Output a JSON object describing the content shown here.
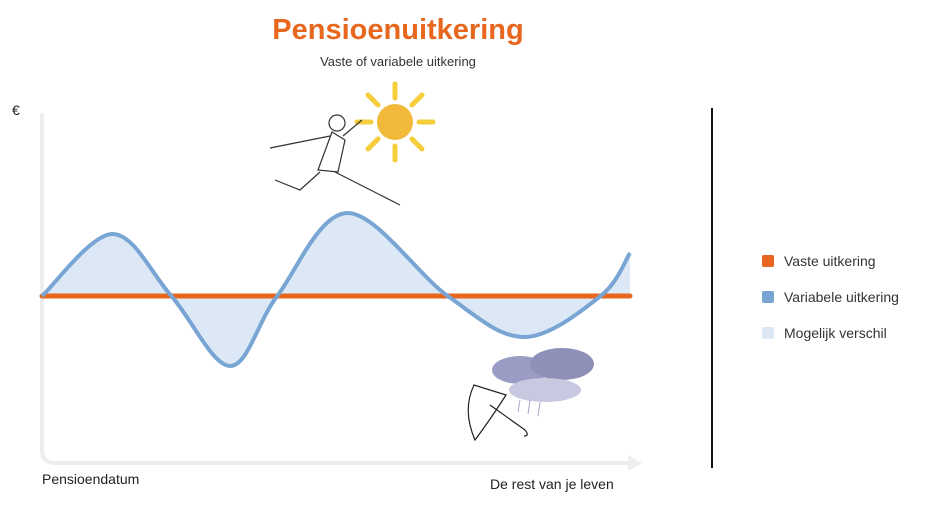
{
  "title": "Pensioenuitkering",
  "subtitle": "Vaste of variabele uitkering",
  "chart_data": {
    "type": "line",
    "title": "Pensioenuitkering",
    "subtitle": "Vaste of variabele uitkering",
    "ylabel": "€",
    "xlabel_start": "Pensioendatum",
    "xlabel_end": "De rest van je leven",
    "xlim": [
      0,
      100
    ],
    "ylim": [
      -100,
      100
    ],
    "grid": false,
    "legend_position": "right",
    "series": [
      {
        "name": "Vaste uitkering",
        "color": "#e8671e",
        "x": [
          0,
          100
        ],
        "y": [
          0,
          0
        ]
      },
      {
        "name": "Variabele uitkering",
        "color": "#78a5d4",
        "x": [
          0,
          12,
          22,
          32,
          40,
          52,
          69,
          82,
          95,
          100
        ],
        "y": [
          0,
          62,
          0,
          -70,
          0,
          83,
          0,
          -41,
          0,
          43
        ]
      }
    ],
    "area": {
      "name": "Mogelijk verschil",
      "color": "#dce8f5"
    }
  },
  "legend": [
    {
      "label": "Vaste uitkering",
      "color": "#e8671e"
    },
    {
      "label": "Variabele uitkering",
      "color": "#78a5d4"
    },
    {
      "label": "Mogelijk verschil",
      "color": "#dce8f5"
    }
  ]
}
